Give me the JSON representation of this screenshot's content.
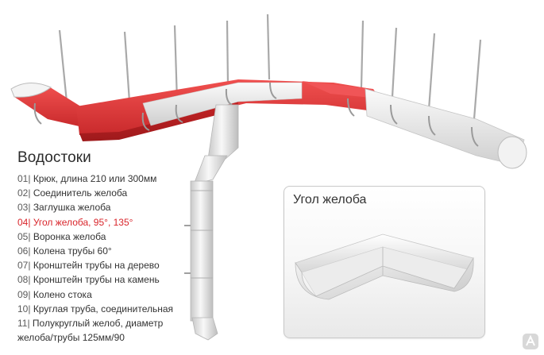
{
  "heading": "Водостоки",
  "items": [
    {
      "num": "01|",
      "text": "Крюк, длина 210 или 300мм"
    },
    {
      "num": "02|",
      "text": "Соединитель желоба"
    },
    {
      "num": "03|",
      "text": "Заглушка желоба"
    },
    {
      "num": "04|",
      "text": "Угол желоба, 95°, 135°",
      "active": true
    },
    {
      "num": "05|",
      "text": "Воронка желоба"
    },
    {
      "num": "06|",
      "text": "Колена трубы 60°"
    },
    {
      "num": "07|",
      "text": "Кронштейн трубы на дерево"
    },
    {
      "num": "08|",
      "text": "Кронштейн трубы на камень"
    },
    {
      "num": "09|",
      "text": "Колено стока"
    },
    {
      "num": "10|",
      "text": "Круглая труба, соединительная"
    },
    {
      "num": "11|",
      "text": "Полукруглый желоб, диаметр",
      "cont": "желоба/трубы 125мм/90"
    }
  ],
  "panel": {
    "title": "Угол желоба"
  },
  "colors": {
    "accent": "#d9252b",
    "gutter_red": "#e23a3c",
    "gutter_white": "#eaeaea"
  },
  "icons": {
    "watermark": "logo-watermark-icon"
  }
}
